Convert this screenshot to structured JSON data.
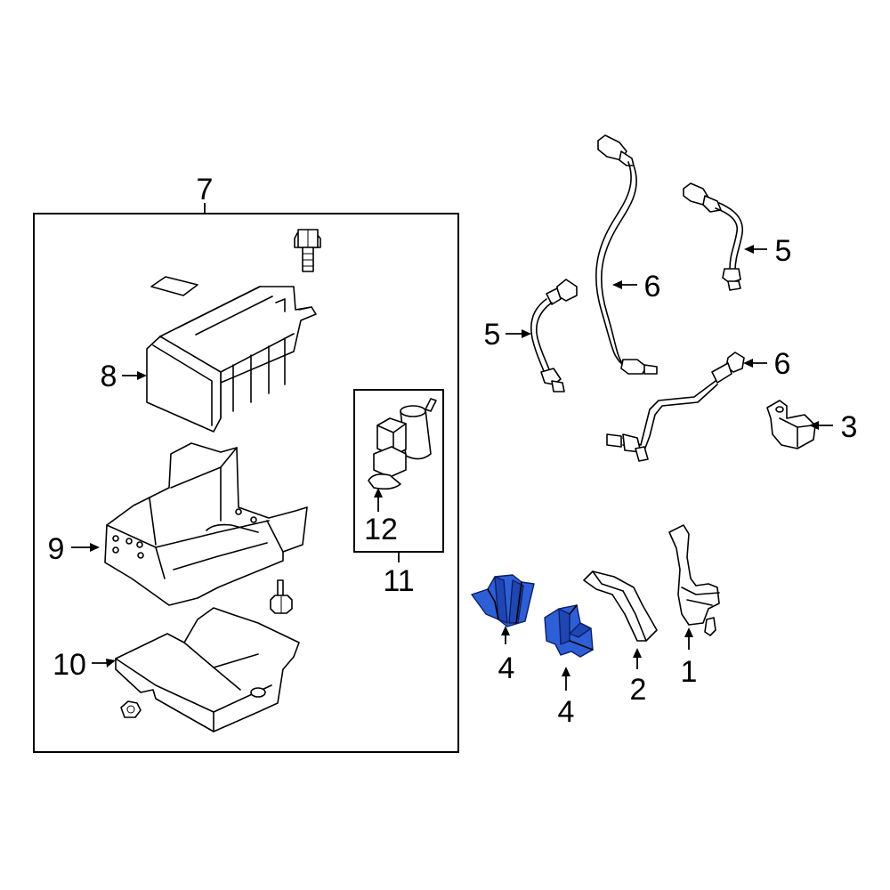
{
  "colors": {
    "highlight": "#2f5fd6",
    "highlight_dark": "#1f46b3",
    "line": "#000000",
    "background": "#ffffff"
  },
  "callouts": {
    "c1": "1",
    "c2": "2",
    "c3": "3",
    "c4a": "4",
    "c4b": "4",
    "c5a": "5",
    "c5b": "5",
    "c6a": "6",
    "c6b": "6",
    "c7": "7",
    "c8": "8",
    "c9": "9",
    "c10": "10",
    "c11": "11",
    "c12": "12"
  }
}
